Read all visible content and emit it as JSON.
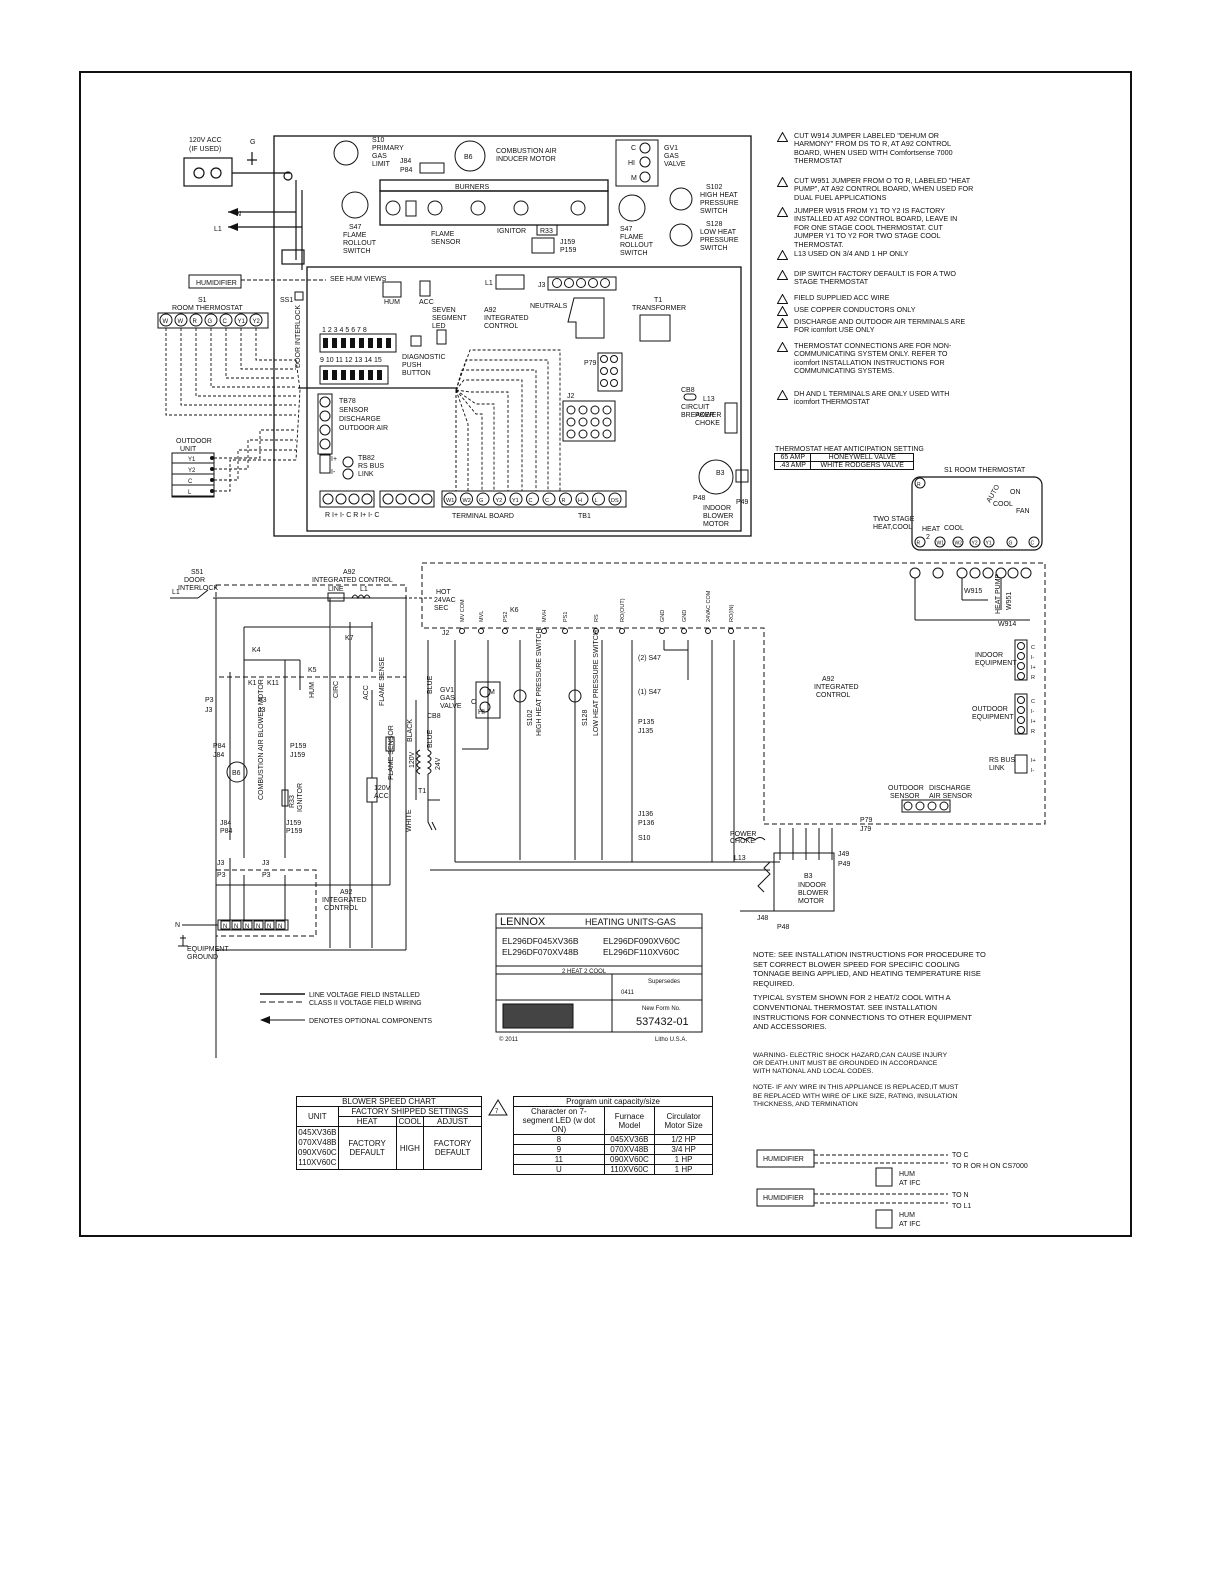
{
  "frame": {},
  "top": {
    "acc_120v": "120V ACC",
    "acc_if_used": "(IF USED)",
    "ground_g": "G",
    "n": "N",
    "l1": "L1",
    "humidifier": "HUMIDIFIER",
    "see_hum_views": "SEE HUM VIEWS",
    "hum": "HUM",
    "acc": "ACC",
    "s1_room_thermostat": "S1",
    "room_thermostat": "ROOM THERMOSTAT",
    "thermostat_terminals": [
      "W",
      "W",
      "R",
      "G",
      "C",
      "Y1",
      "Y2"
    ],
    "ss1": "SS1",
    "door_interlock": "DOOR INTERLOCK",
    "s10_1": "S10",
    "s10_2": "PRIMARY",
    "s10_3": "GAS",
    "s10_4": "LIMIT",
    "j84": "J84",
    "p84": "P84",
    "b6": "B6",
    "comb_motor_1": "COMBUSTION AIR",
    "comb_motor_2": "INDUCER MOTOR",
    "burners": "BURNERS",
    "s47a_1": "S47",
    "s47a_2": "FLAME",
    "s47a_3": "ROLLOUT",
    "s47a_4": "SWITCH",
    "flame_sensor_1": "FLAME",
    "flame_sensor_2": "SENSOR",
    "ignitor": "IGNITOR",
    "r33": "R33",
    "j159": "J159",
    "p159": "P159",
    "s47b_1": "S47",
    "s47b_2": "FLAME",
    "s47b_3": "ROLLOUT",
    "s47b_4": "SWITCH",
    "gv1_c": "C",
    "gv1_hi": "HI",
    "gv1_m": "M",
    "gv1_1": "GV1",
    "gv1_2": "GAS",
    "gv1_3": "VALVE",
    "s102_1": "S102",
    "s102_2": "HIGH HEAT",
    "s102_3": "PRESSURE",
    "s102_4": "SWITCH",
    "s128_1": "S128",
    "s128_2": "LOW HEAT",
    "s128_3": "PRESSURE",
    "s128_4": "SWITCH",
    "l1_conn": "L1",
    "j3": "J3",
    "neutrals": "NEUTRALS",
    "seven_1": "SEVEN",
    "seven_2": "SEGMENT",
    "seven_3": "LED",
    "a92_1": "A92",
    "a92_2": "INTEGRATED",
    "a92_3": "CONTROL",
    "t1_1": "T1",
    "t1_2": "TRANSFORMER",
    "dip_row1": "1  2  3  4  5  6  7  8",
    "dip_row2": "9 10 11 12 13 14 15",
    "diag_1": "DIAGNOSTIC",
    "diag_2": "PUSH",
    "diag_3": "BUTTON",
    "p79": "P79",
    "tb78_1": "TB78",
    "tb78_2": "SENSOR",
    "tb78_3": "DISCHARGE",
    "tb78_4": "OUTDOOR AIR",
    "j2": "J2",
    "cb8_1": "CB8",
    "cb8_2": "CIRCUIT",
    "cb8_3": "BREAKER",
    "l13_1": "L13",
    "l13_2": "POWER",
    "l13_3": "CHOKE",
    "tb82_1": "TB82",
    "tb82_2": "RS BUS",
    "tb82_3": "LINK",
    "i_plus": "I+",
    "i_minus": "I-",
    "outdoor_unit_1": "OUTDOOR",
    "outdoor_unit_2": "UNIT",
    "outdoor_terms": [
      "Y1",
      "Y2",
      "C",
      "L"
    ],
    "bottom_terms": "R   I+   I-   C      R   I+   I-   C",
    "terminal_board": "TERMINAL BOARD",
    "tb1": "TB1",
    "tb1_terms": [
      "W1",
      "W2",
      "G",
      "Y2",
      "Y1",
      "C",
      "C",
      "R",
      "H",
      "L",
      "DS"
    ],
    "b3": "B3",
    "p48": "P48",
    "p49": "P49",
    "blower_1": "INDOOR",
    "blower_2": "BLOWER",
    "blower_3": "MOTOR"
  },
  "notes": [
    {
      "mark": "1",
      "text": "CUT W914 JUMPER LABELED \"DEHUM OR HARMONY\" FROM DS TO R, AT A92 CONTROL BOARD, WHEN USED WITH Comfortsense 7000 THERMOSTAT"
    },
    {
      "mark": "2",
      "text": "CUT W951 JUMPER FROM O TO R, LABELED \"HEAT PUMP\", AT A92 CONTROL BOARD, WHEN USED FOR DUAL FUEL APPLICATIONS"
    },
    {
      "mark": "3",
      "text": "JUMPER W915 FROM Y1 TO Y2 IS FACTORY INSTALLED AT A92 CONTROL BOARD, LEAVE IN FOR ONE STAGE COOL THERMOSTAT. CUT JUMPER Y1 TO Y2 FOR TWO STAGE COOL THERMOSTAT."
    },
    {
      "mark": "4",
      "text": "L13 USED ON 3/4 AND 1 HP ONLY"
    },
    {
      "mark": "5",
      "text": "DIP SWITCH FACTORY DEFAULT IS FOR A TWO STAGE THERMOSTAT"
    },
    {
      "mark": "6",
      "text": "FIELD SUPPLIED ACC WIRE"
    },
    {
      "mark": "7",
      "text": "USE COPPER CONDUCTORS ONLY"
    },
    {
      "mark": "8",
      "text": "DISCHARGE AND OUTDOOR AIR TERMINALS ARE FOR icomfort USE ONLY"
    },
    {
      "mark": "9",
      "text": "THERMOSTAT CONNECTIONS ARE FOR NON-COMMUNICATING SYSTEM ONLY. REFER TO icomfort INSTALLATION INSTRUCTIONS FOR COMMUNICATING SYSTEMS."
    },
    {
      "mark": "10",
      "text": "DH AND L TERMINALS ARE ONLY USED WITH icomfort THERMOSTAT"
    }
  ],
  "anticipation": {
    "title": "THERMOSTAT HEAT ANTICIPATION SETTING",
    "rows": [
      [
        "65 AMP",
        "HONEYWELL VALVE"
      ],
      [
        ".43 AMP",
        "WHITE RODGERS VALVE"
      ]
    ]
  },
  "room_stat": {
    "title": "S1 ROOM THERMOSTAT",
    "two_stage_1": "TWO STAGE",
    "two_stage_2": "HEAT,COOL",
    "auto": "AUTO",
    "on": "ON",
    "fan": "FAN",
    "heat": "HEAT",
    "two": "2",
    "cool": "COOL",
    "terms": [
      "R",
      "W1",
      "W2",
      "Y2",
      "Y1",
      "G",
      "C"
    ]
  },
  "ladder": {
    "s51_1": "S51",
    "s51_2": "DOOR",
    "s51_3": "INTERLOCK",
    "l1": "L1",
    "a92_1": "A92",
    "a92_2": "INTEGRATED CONTROL",
    "line": "LINE",
    "l1b": "L1",
    "hot_1": "HOT",
    "hot_2": "24VAC",
    "hot_3": "SEC",
    "j2": "J2",
    "k7": "K7",
    "k4": "K4",
    "k1": "K1",
    "k11": "K11",
    "k5": "K5",
    "hum": "HUM",
    "circ": "CIRC",
    "acc": "ACC",
    "flame_sense": "FLAME SENSE",
    "p3": "P3",
    "j3": "J3",
    "p84": "P84",
    "j84": "J84",
    "b6": "B6",
    "comb_motor": "COMBUSTION AIR BLOWER MOTOR",
    "p159": "P159",
    "j159": "J159",
    "r33": "R33",
    "ignitor": "IGNITOR",
    "flame_sensor": "FLAME SENSOR",
    "black": "BLACK",
    "blue": "BLUE",
    "white": "WHITE",
    "v120": "120V",
    "v24": "24V",
    "t1": "T1",
    "acc120_1": "120V",
    "acc120_2": "ACC",
    "gv1_1": "GV1",
    "gv1_2": "GAS",
    "gv1_3": "VALVE",
    "cb8": "CB8",
    "m": "M",
    "c": "C",
    "hi": "HI",
    "s102": "S102",
    "s102_text": "HIGH HEAT PRESSURE SWITCH",
    "s128": "S128",
    "s128_text": "LOW HEAT PRESSURE SWITCH",
    "k6": "K6",
    "pin_labels": [
      "MV COM",
      "MVL",
      "PS2",
      "MVH",
      "PS1",
      "RS",
      "RO(OUT)",
      "GND",
      "GND",
      "24VAC COM",
      "RO(IN)"
    ],
    "s47a": "(2) S47",
    "s47b": "(1) S47",
    "p135": "P135",
    "j135": "J135",
    "j136": "J136",
    "p136": "P136",
    "s10": "S10",
    "a92_right_1": "A92",
    "a92_right_2": "INTEGRATED",
    "a92_right_3": "CONTROL",
    "indoor_eq_1": "INDOOR",
    "indoor_eq_2": "EQUIPMENT",
    "outdoor_eq_1": "OUTDOOR",
    "outdoor_eq_2": "EQUIPMENT",
    "rs_bus_1": "RS BUS",
    "rs_bus_2": "LINK",
    "io_terms": [
      "C",
      "I-",
      "I+",
      "R"
    ],
    "outdoor_sensor_1": "OUTDOOR",
    "outdoor_sensor_2": "SENSOR",
    "discharge_1": "DISCHARGE",
    "discharge_2": "AIR SENSOR",
    "w915": "W915",
    "w951": "W951",
    "w914": "W914",
    "heat_pump": "HEAT PUMP",
    "p79": "P79",
    "j79": "J79",
    "power_choke_1": "POWER",
    "power_choke_2": "CHOKE",
    "l13": "L13",
    "j49": "J49",
    "p49": "P49",
    "b3_1": "B3",
    "b3_2": "INDOOR",
    "b3_3": "BLOWER",
    "b3_4": "MOTOR",
    "j48": "J48",
    "p48": "P48",
    "a92_bottom_1": "A92",
    "a92_bottom_2": "INTEGRATED",
    "a92_bottom_3": "CONTROL",
    "equip_ground_1": "EQUIPMENT",
    "equip_ground_2": "GROUND",
    "neutral_letter": "N"
  },
  "legend": {
    "line_voltage": "LINE VOLTAGE FIELD INSTALLED",
    "class2": "CLASS II VOLTAGE FIELD WIRING",
    "optional": "DENOTES OPTIONAL COMPONENTS"
  },
  "titleblock": {
    "brand": "LENNOX",
    "category": "HEATING UNITS-GAS",
    "models": [
      "EL296DF045XV36B",
      "EL296DF090XV60C",
      "EL296DF070XV48B",
      "EL296DF110XV60C"
    ],
    "config": "2 HEAT 2 COOL",
    "supersedes": "Supersedes",
    "date_code": "0411",
    "form_no_label": "New Form No.",
    "form_no": "537432-01",
    "copyright": "© 2011",
    "made": "Litho U.S.A."
  },
  "right_notes": {
    "note1": "NOTE: SEE INSTALLATION INSTRUCTIONS FOR PROCEDURE TO SET CORRECT BLOWER SPEED FOR SPECIFIC COOLING TONNAGE BEING APPLIED, AND HEATING TEMPERATURE RISE REQUIRED.",
    "note2": "TYPICAL SYSTEM SHOWN FOR 2 HEAT/2 COOL WITH A CONVENTIONAL THERMOSTAT. SEE INSTALLATION INSTRUCTIONS FOR CONNECTIONS TO OTHER EQUIPMENT AND ACCESSORIES.",
    "warning": "WARNING- ELECTRIC SHOCK HAZARD,CAN CAUSE INJURY OR DEATH.UNIT MUST BE GROUNDED IN ACCORDANCE WITH NATIONAL AND LOCAL CODES.",
    "note3": "NOTE- IF ANY WIRE IN THIS APPLIANCE IS REPLACED,IT MUST BE REPLACED WITH WIRE OF LIKE SIZE, RATING, INSULATION THICKNESS, AND TERMINATION"
  },
  "hum_views": {
    "humidifier": "HUMIDIFIER",
    "to_c": "TO C",
    "to_r": "TO R OR H ON CS7000",
    "hum": "HUM",
    "at_ifc": "AT IFC",
    "to_n": "TO N",
    "to_l1": "TO L1"
  },
  "blower_chart": {
    "title": "BLOWER SPEED CHART",
    "factory": "FACTORY SHIPPED SETTINGS",
    "unit": "UNIT",
    "heat": "HEAT",
    "cool": "COOL",
    "adjust": "ADJUST",
    "units": [
      "045XV36B",
      "070XV48B",
      "090XV60C",
      "110XV60C"
    ],
    "heat_val": "FACTORY DEFAULT",
    "cool_val": "HIGH",
    "adjust_val": "FACTORY DEFAULT"
  },
  "program_chart": {
    "title": "Program unit capacity/size",
    "h1": "Character on 7-segment LED (w dot ON)",
    "h2": "Furnace Model",
    "h3": "Circulator Motor Size",
    "rows": [
      [
        "8",
        "045XV36B",
        "1/2 HP"
      ],
      [
        "9",
        "070XV48B",
        "3/4 HP"
      ],
      [
        "11",
        "090XV60C",
        "1 HP"
      ],
      [
        "U",
        "110XV60C",
        "1 HP"
      ]
    ]
  }
}
